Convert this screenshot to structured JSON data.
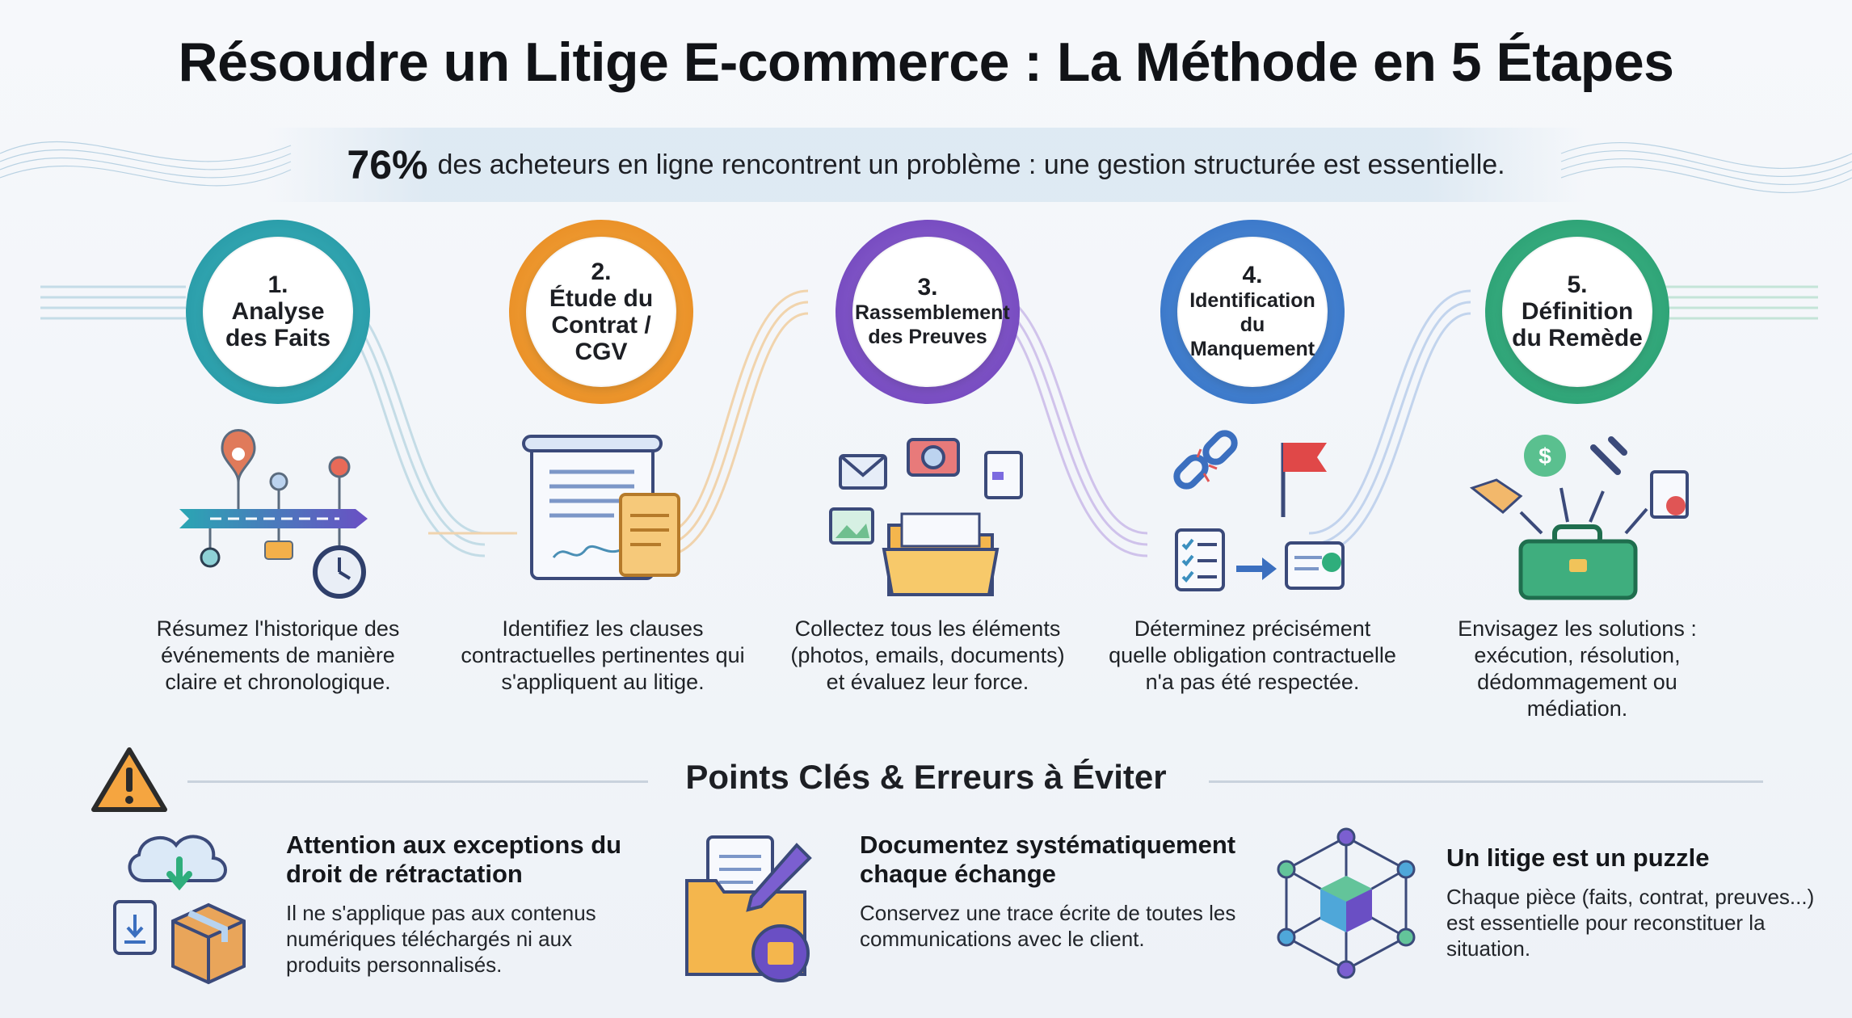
{
  "title": "Résoudre un Litige E-commerce : La Méthode en 5 Étapes",
  "stat": {
    "value": "76%",
    "text": "des acheteurs en ligne rencontrent un problème : une gestion structurée est essentielle."
  },
  "steps": [
    {
      "num": "1.",
      "name": "Analyse des Faits",
      "desc": "Résumez l'historique des événements de manière claire et chronologique.",
      "color": "#2aa6b3"
    },
    {
      "num": "2.",
      "name": "Étude du Contrat / CGV",
      "desc": "Identifiez les clauses contractuelles pertinentes qui s'appliquent au litige.",
      "color": "#ef9a2c"
    },
    {
      "num": "3.",
      "name": "Rassemblement des Preuves",
      "desc": "Collectez tous les éléments (photos, emails, documents) et évaluez leur force.",
      "color": "#7b4fc4"
    },
    {
      "num": "4.",
      "name": "Identification du Manquement",
      "desc": "Déterminez précisément quelle obligation contractuelle n'a pas été respectée.",
      "color": "#3f7fd1"
    },
    {
      "num": "5.",
      "name": "Définition du Remède",
      "desc": "Envisagez les solutions : exécution, résolution, dédommagement ou médiation.",
      "color": "#2fae7c"
    }
  ],
  "points": {
    "title": "Points Clés & Erreurs à Éviter",
    "items": [
      {
        "title": "Attention aux exceptions du droit de rétractation",
        "body": "Il ne s'applique pas aux contenus numériques téléchargés ni aux produits personnalisés."
      },
      {
        "title": "Documentez systématiquement chaque échange",
        "body": "Conservez une trace écrite de toutes les communications avec le client."
      },
      {
        "title": "Un litige est un puzzle",
        "body": "Chaque pièce (faits, contrat, preuves...) est essentielle pour reconstituer la situation."
      }
    ]
  }
}
